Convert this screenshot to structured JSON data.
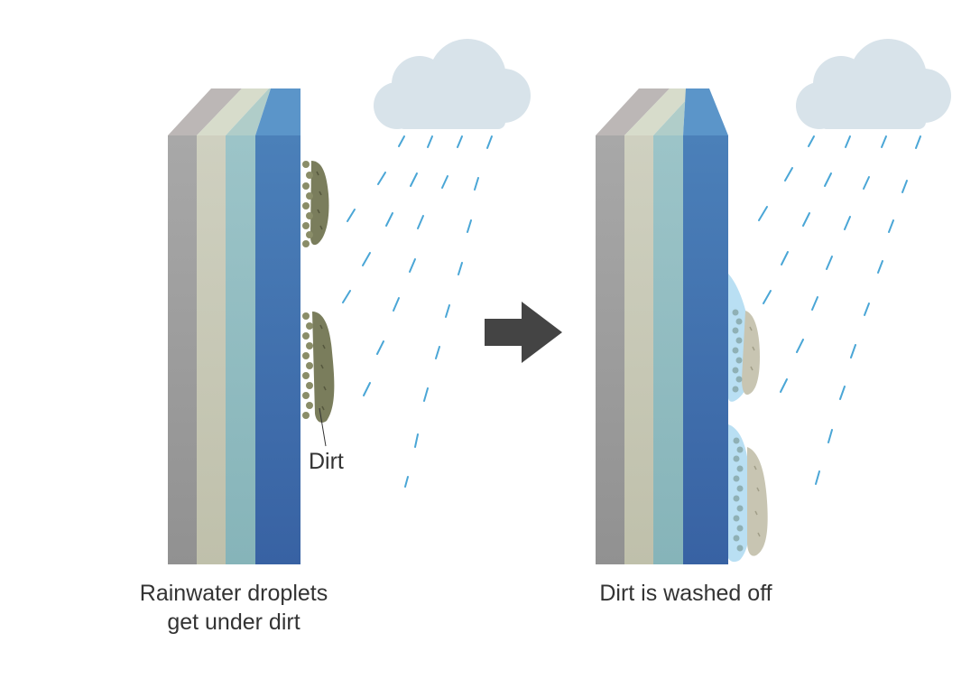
{
  "left_panel": {
    "caption_line1": "Rainwater droplets",
    "caption_line2": "get under dirt",
    "dirt_label": "Dirt"
  },
  "right_panel": {
    "caption": "Dirt is washed off"
  },
  "colors": {
    "gray_layer": "#a4a4a4",
    "beige_layer": "#ccccbb",
    "teal_layer": "#99c1c5",
    "blue_layer": "#4a7fb8",
    "dirt": "#7a7d5c",
    "faded_dirt": "#c8c5b2",
    "water": "#b9dff3",
    "cloud": "#d8e3ea",
    "rain": "#4aa6d6",
    "arrow": "#444444"
  },
  "icons": [
    "cloud-icon",
    "raindrop-icon",
    "arrow-right-icon"
  ]
}
